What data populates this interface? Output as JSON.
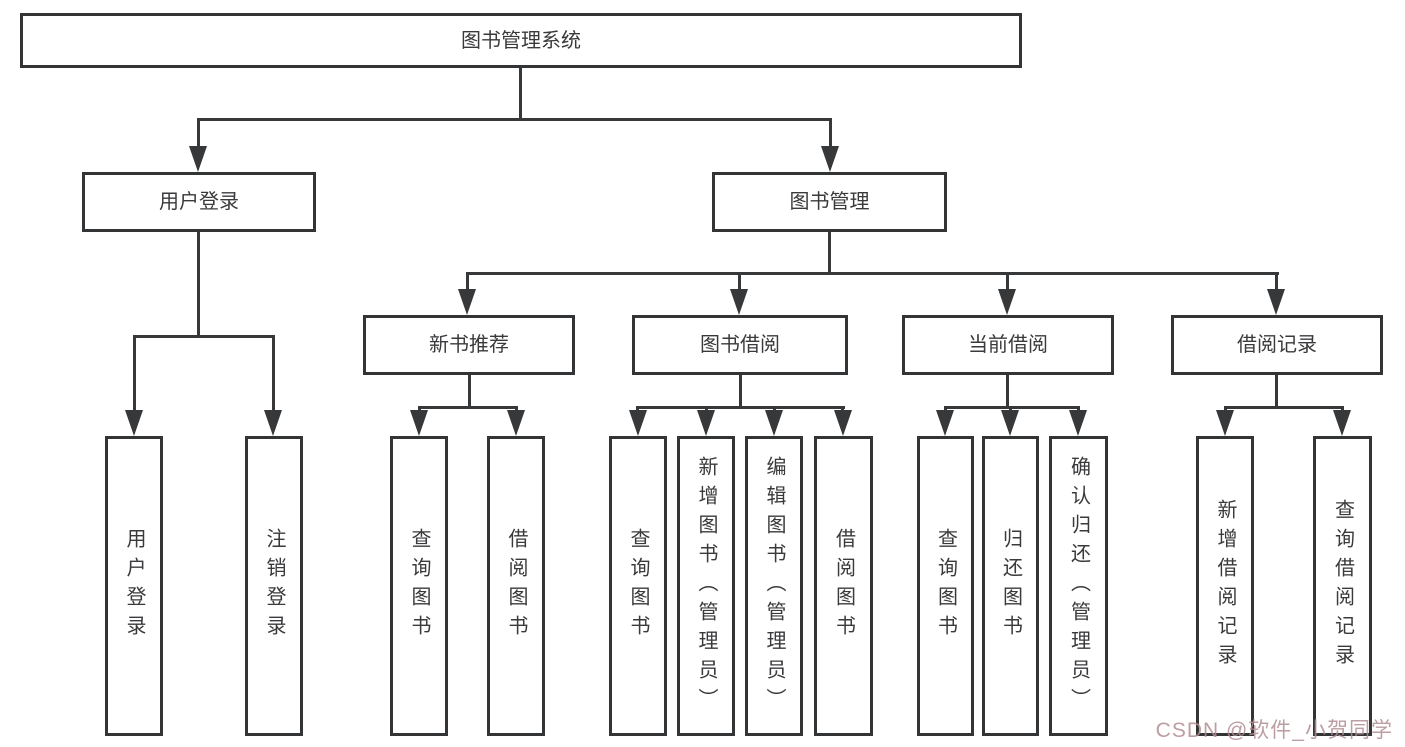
{
  "nodes": {
    "system": "图书管理系统",
    "user_login": "用户登录",
    "book_management": "图书管理",
    "new_book_recommend": "新书推荐",
    "book_borrow": "图书借阅",
    "current_borrow": "当前借阅",
    "borrow_records": "借阅记录",
    "leaf_login": "用户登录",
    "leaf_logout": "注销登录",
    "recommend_query_books": "查询图书",
    "recommend_borrow_books": "借阅图书",
    "borrow_query_books": "查询图书",
    "borrow_add_books": "新增图书（管理员）",
    "borrow_edit_books": "编辑图书（管理员）",
    "borrow_borrow_books": "借阅图书",
    "current_query_books": "查询图书",
    "current_return_books": "归还图书",
    "current_confirm_return": "确认归还（管理员）",
    "records_add": "新增借阅记录",
    "records_query": "查询借阅记录"
  },
  "watermark": {
    "text": "CSDN @软件_小贺同学",
    "color": "#b18d92"
  },
  "colors": {
    "line": "#37383a",
    "text": "#3a3a3c",
    "background": "#ffffff"
  }
}
